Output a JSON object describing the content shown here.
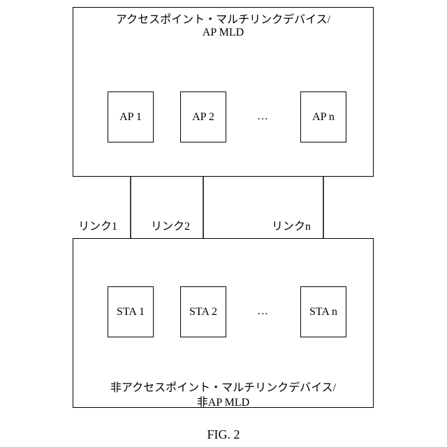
{
  "ap_mld": {
    "title_line1": "アクセスポイント・マルチリンクデバイス/",
    "title_line2": "AP MLD",
    "nodes": [
      "AP 1",
      "AP 2",
      "AP n"
    ],
    "ellipsis": "…"
  },
  "links": [
    "リンク1",
    "リンク2",
    "リンクn"
  ],
  "sta_mld": {
    "title_line1": "非アクセスポイント・マルチリンクデバイス/",
    "title_line2": "非AP MLD",
    "nodes": [
      "STA 1",
      "STA 2",
      "STA n"
    ],
    "ellipsis": "…"
  },
  "caption": "FIG. 2"
}
